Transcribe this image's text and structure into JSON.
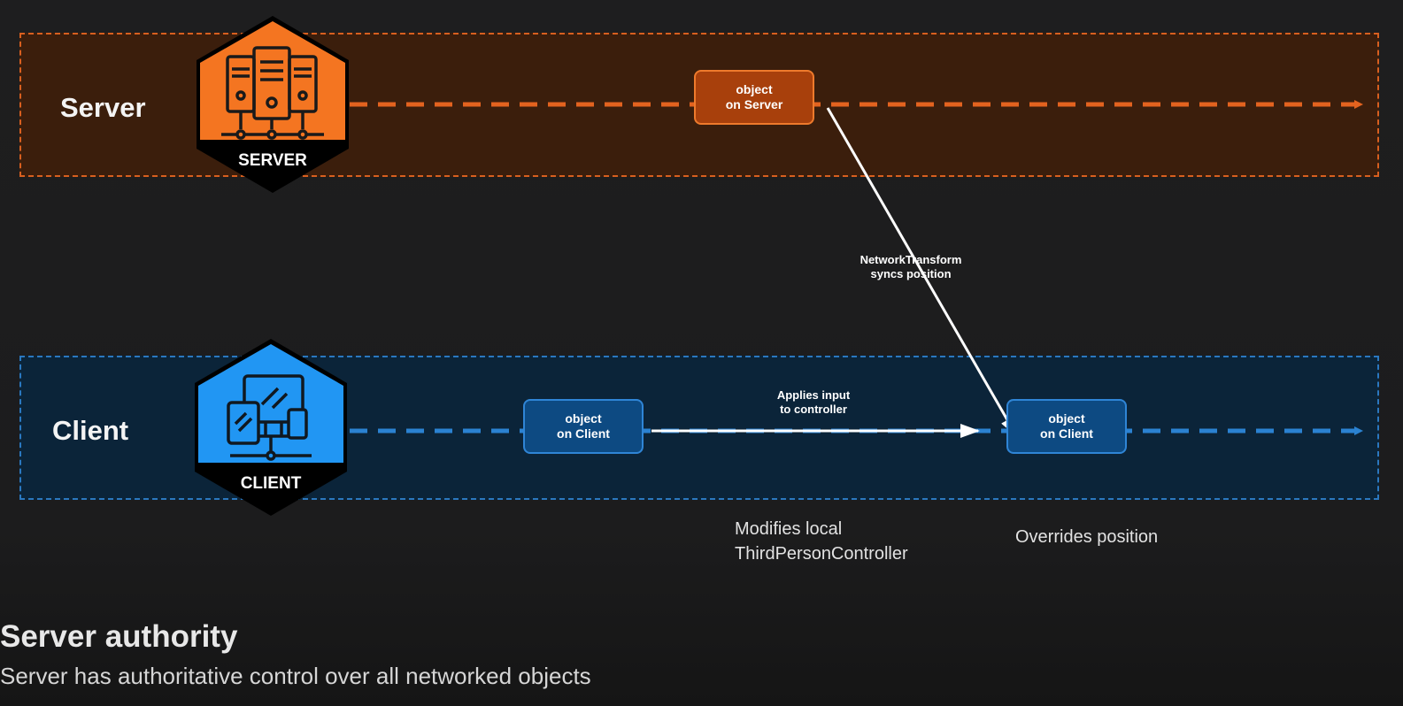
{
  "server_lane": {
    "label": "Server",
    "badge_label": "SERVER",
    "badge_icon": "server-rack-icon",
    "color": "#f47521",
    "node": {
      "line1": "object",
      "line2": "on Server"
    }
  },
  "client_lane": {
    "label": "Client",
    "badge_label": "CLIENT",
    "badge_icon": "devices-icon",
    "color": "#2196f3",
    "node_left": {
      "line1": "object",
      "line2": "on Client"
    },
    "node_right": {
      "line1": "object",
      "line2": "on Client"
    }
  },
  "edges": {
    "sync": {
      "line1": "NetworkTransform",
      "line2": "syncs position"
    },
    "input": {
      "line1": "Applies input",
      "line2": "to controller"
    }
  },
  "captions": {
    "modifies": {
      "line1": "Modifies local",
      "line2": "ThirdPersonController"
    },
    "overrides": "Overrides position"
  },
  "title": "Server authority",
  "subtitle": "Server has authoritative control over all networked objects"
}
